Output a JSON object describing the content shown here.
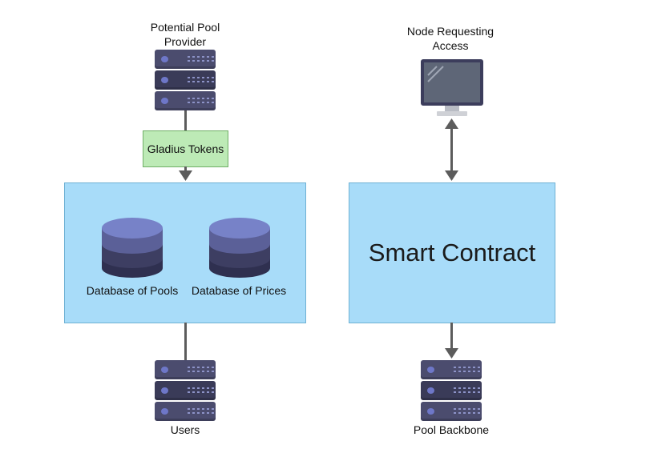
{
  "left": {
    "provider_label": "Potential Pool\nProvider",
    "tokens_label": "Gladius Tokens",
    "db_pools_label": "Database of Pools",
    "db_prices_label": "Database of Prices",
    "users_label": "Users"
  },
  "right": {
    "node_label": "Node Requesting\nAccess",
    "smart_contract_label": "Smart Contract",
    "backbone_label": "Pool Backbone"
  },
  "colors": {
    "box_fill": "#a8dcf9",
    "token_fill": "#bdeab6",
    "server_body": "#4b4c6e",
    "db_top": "#7782c8"
  },
  "icons": {
    "server": "server-stack-icon",
    "database": "database-icon",
    "monitor": "monitor-icon"
  }
}
